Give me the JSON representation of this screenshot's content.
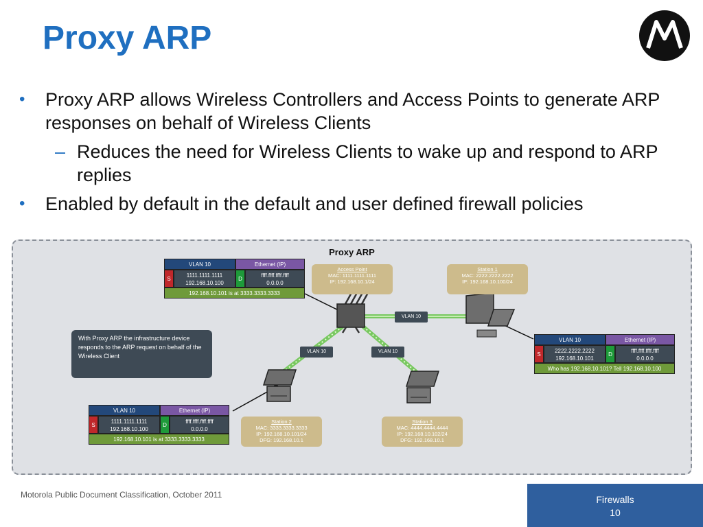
{
  "slide": {
    "title": "Proxy ARP",
    "bullets": [
      {
        "level": 1,
        "text": "Proxy ARP allows Wireless Controllers and Access Points to generate ARP responses on behalf of Wireless Clients"
      },
      {
        "level": 2,
        "text": "Reduces the need for Wireless Clients to wake up and respond to ARP replies"
      },
      {
        "level": 1,
        "text": "Enabled by default in the default and user defined firewall policies"
      }
    ],
    "footer_left": "Motorola Public Document Classification, October 2011",
    "footer_right": {
      "line1": "Firewalls",
      "line2": "10"
    },
    "colors": {
      "title": "#1f6fc0",
      "footer_box": "#2f5f9e",
      "vlan_header": "#23487a",
      "ethernet_header": "#7a57a4",
      "source_tag": "#c0282b",
      "dest_tag": "#1e9a3a",
      "payload": "#6f9a3a",
      "info_box": "#cdbb8c"
    }
  },
  "diagram": {
    "title": "Proxy ARP",
    "note": "With Proxy ARP the infrastructure device responds to the ARP request on behalf of the Wireless Client",
    "vlan_labels": [
      "VLAN 10",
      "VLAN 10",
      "VLAN 10"
    ],
    "devices": {
      "access_point": {
        "name": "Access Point",
        "mac": "MAC: 1111.1111.1111",
        "ip": "IP: 192.168.10.1/24"
      },
      "station1": {
        "name": "Station 1",
        "mac": "MAC: 2222.2222.2222",
        "ip": "IP: 192.168.10.100/24"
      },
      "station2": {
        "name": "Station 2",
        "mac": "MAC: 3333.3333.3333",
        "ip": "IP: 192.168.10.101/24",
        "dfg": "DFG: 192.168.10.1"
      },
      "station3": {
        "name": "Station 3",
        "mac": "MAC: 4444.4444.4444",
        "ip": "IP: 192.168.10.102/24",
        "dfg": "DFG: 192.168.10.1"
      }
    },
    "packets": {
      "top_left": {
        "vlan": "VLAN 10",
        "eth": "Ethernet (IP)",
        "s": "S",
        "d": "D",
        "src1": "1111.1111.1111",
        "src2": "192.168.10.100",
        "dst1": "ffff.ffff.ffff.ffff",
        "dst2": "0.0.0.0",
        "payload": "192.168.10.101 is at 3333.3333.3333"
      },
      "right": {
        "vlan": "VLAN 10",
        "eth": "Ethernet (IP)",
        "s": "S",
        "d": "D",
        "src1": "2222.2222.2222",
        "src2": "192.168.10.101",
        "dst1": "ffff.ffff.ffff.ffff",
        "dst2": "0.0.0.0",
        "payload": "Who has 192.168.10.101? Tell 192.168.10.100"
      },
      "bottom_left": {
        "vlan": "VLAN 10",
        "eth": "Ethernet (IP)",
        "s": "S",
        "d": "D",
        "src1": "1111.1111.1111",
        "src2": "192.168.10.100",
        "dst1": "ffff.ffff.ffff.ffff",
        "dst2": "0.0.0.0",
        "payload": "192.168.10.101 is at 3333.3333.3333"
      }
    }
  }
}
